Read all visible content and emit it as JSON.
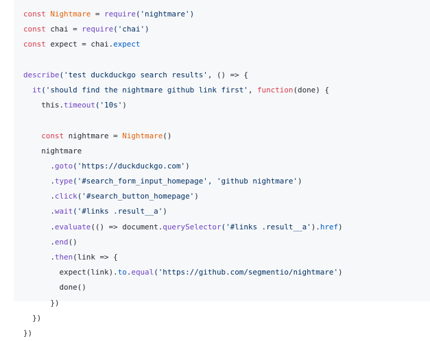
{
  "code": {
    "lines": [
      [
        [
          "const ",
          "k"
        ],
        [
          "Nightmare",
          "e"
        ],
        [
          " = ",
          "t"
        ],
        [
          "require",
          "f"
        ],
        [
          "('nightmare')",
          "s"
        ]
      ],
      [
        [
          "const ",
          "k"
        ],
        [
          "chai = ",
          "t"
        ],
        [
          "require",
          "f"
        ],
        [
          "('chai')",
          "s"
        ]
      ],
      [
        [
          "const ",
          "k"
        ],
        [
          "expect = chai.",
          "t"
        ],
        [
          "expect",
          "p"
        ]
      ],
      [],
      [
        [
          "describe",
          "f"
        ],
        [
          "('test duckduckgo search results'",
          "s"
        ],
        [
          ", () => {",
          "t"
        ]
      ],
      [
        [
          "  ",
          "t"
        ],
        [
          "it",
          "f"
        ],
        [
          "('should find the nightmare github link first'",
          "s"
        ],
        [
          ", ",
          "t"
        ],
        [
          "function",
          "k"
        ],
        [
          "(done) {",
          "t"
        ]
      ],
      [
        [
          "    this.",
          "t"
        ],
        [
          "timeout",
          "f"
        ],
        [
          "('10s'",
          "s"
        ],
        [
          ")",
          "t"
        ]
      ],
      [],
      [
        [
          "    ",
          "t"
        ],
        [
          "const ",
          "k"
        ],
        [
          "nightmare = ",
          "t"
        ],
        [
          "Nightmare",
          "e"
        ],
        [
          "()",
          "t"
        ]
      ],
      [
        [
          "    nightmare",
          "t"
        ]
      ],
      [
        [
          "      .",
          "t"
        ],
        [
          "goto",
          "f"
        ],
        [
          "('https://duckduckgo.com'",
          "s"
        ],
        [
          ")",
          "t"
        ]
      ],
      [
        [
          "      .",
          "t"
        ],
        [
          "type",
          "f"
        ],
        [
          "('#search_form_input_homepage', 'github nightmare'",
          "s"
        ],
        [
          ")",
          "t"
        ]
      ],
      [
        [
          "      .",
          "t"
        ],
        [
          "click",
          "f"
        ],
        [
          "('#search_button_homepage'",
          "s"
        ],
        [
          ")",
          "t"
        ]
      ],
      [
        [
          "      .",
          "t"
        ],
        [
          "wait",
          "f"
        ],
        [
          "('#links .result__a'",
          "s"
        ],
        [
          ")",
          "t"
        ]
      ],
      [
        [
          "      .",
          "t"
        ],
        [
          "evaluate",
          "f"
        ],
        [
          "(() => document.",
          "t"
        ],
        [
          "querySelector",
          "f"
        ],
        [
          "('#links .result__a'",
          "s"
        ],
        [
          ").",
          "t"
        ],
        [
          "href",
          "p"
        ],
        [
          ")",
          "t"
        ]
      ],
      [
        [
          "      .",
          "t"
        ],
        [
          "end",
          "f"
        ],
        [
          "()",
          "t"
        ]
      ],
      [
        [
          "      .",
          "t"
        ],
        [
          "then",
          "f"
        ],
        [
          "(link => {",
          "t"
        ]
      ],
      [
        [
          "        expect(link).",
          "t"
        ],
        [
          "to",
          "p"
        ],
        [
          ".",
          "t"
        ],
        [
          "equal",
          "f"
        ],
        [
          "('https://github.com/segmentio/nightmare'",
          "s"
        ],
        [
          ")",
          "t"
        ]
      ],
      [
        [
          "        done()",
          "t"
        ]
      ],
      [
        [
          "      })",
          "t"
        ]
      ],
      [
        [
          "  })",
          "t"
        ]
      ],
      [
        [
          "})",
          "t"
        ]
      ]
    ]
  }
}
